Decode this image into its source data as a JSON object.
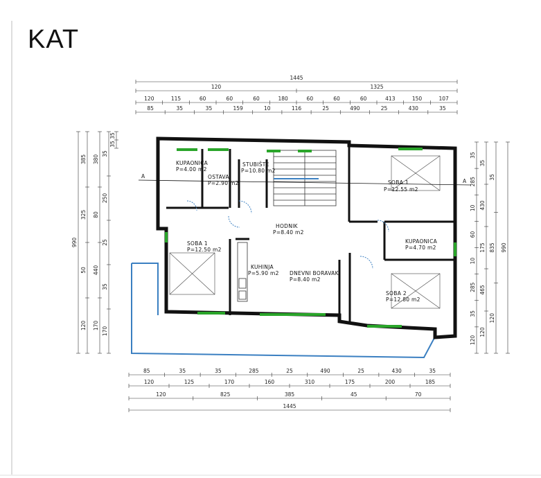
{
  "title": "KAT",
  "section_marker": "A",
  "rooms": [
    {
      "name": "KUPAONICA",
      "area": "P=4.00 m2"
    },
    {
      "name": "OSTAVA",
      "area": "P=2.90 m2"
    },
    {
      "name": "STUBIŠTE",
      "area": "P=10.80 m2"
    },
    {
      "name": "SOBA 1",
      "area": "P=12.55 m2"
    },
    {
      "name": "HODNIK",
      "area": "P=8.40 m2"
    },
    {
      "name": "KUPAONICA",
      "area": "P=4.70 m2"
    },
    {
      "name": "SOBA 1",
      "area": "P=12.50 m2"
    },
    {
      "name": "KUHINJA",
      "area": "P=5.90 m2"
    },
    {
      "name": "DNEVNI BORAVAK",
      "area": "P=8.40 m2"
    },
    {
      "name": "SOBA 2",
      "area": "P=12.80 m2"
    }
  ],
  "dimensions": {
    "top_rows": [
      [
        "1445"
      ],
      [
        "120",
        "1325"
      ],
      [
        "120",
        "115",
        "60",
        "60",
        "60",
        "180",
        "60",
        "60",
        "60",
        "413",
        "150",
        "107"
      ],
      [
        "85",
        "35",
        "35",
        "159",
        "10",
        "116",
        "25",
        "490",
        "25",
        "430",
        "35"
      ]
    ],
    "bottom_rows": [
      [
        "85",
        "35",
        "35",
        "285",
        "25",
        "490",
        "25",
        "430",
        "35"
      ],
      [
        "120",
        "125",
        "170",
        "160",
        "310",
        "175",
        "200",
        "185"
      ],
      [
        "120",
        "825",
        "385",
        "45",
        "70"
      ],
      [
        "1445"
      ]
    ],
    "left_cols": [
      [
        "990"
      ],
      [
        "385",
        "325",
        "50",
        "120"
      ],
      [
        "380",
        "80",
        "440",
        "170"
      ],
      [
        "35",
        "250",
        "25",
        "35",
        "170"
      ],
      [
        "35",
        "35"
      ]
    ],
    "right_cols": [
      [
        "35",
        "285",
        "10",
        "60",
        "10",
        "285",
        "35",
        "120"
      ],
      [
        "35",
        "430",
        "175",
        "465",
        "120"
      ],
      [
        "35",
        "835",
        "120"
      ],
      [
        "990"
      ]
    ]
  }
}
